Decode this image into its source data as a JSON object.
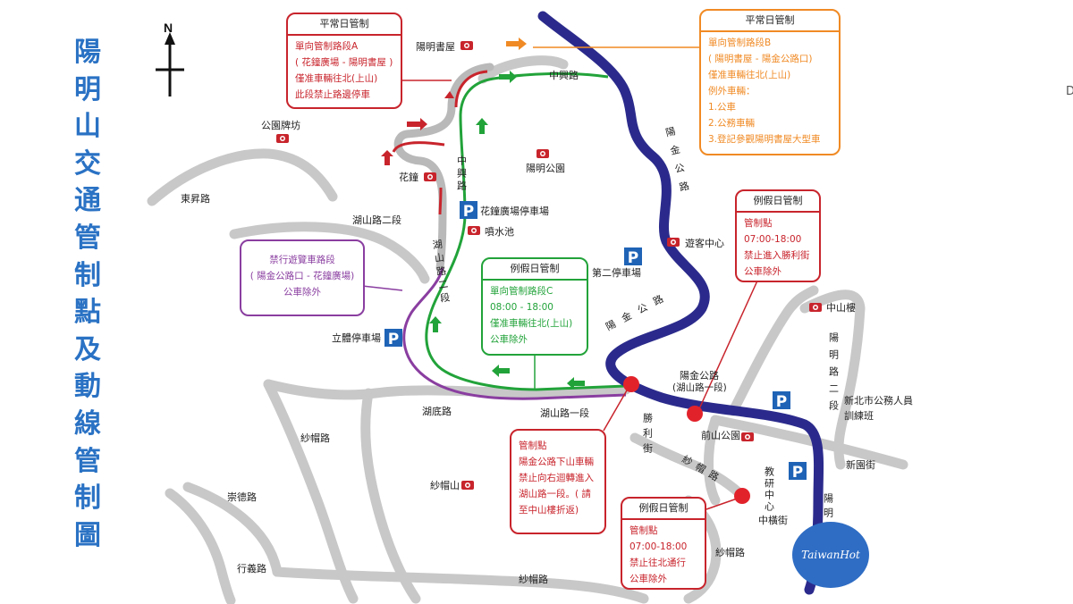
{
  "title_chars": [
    "陽",
    "明",
    "山",
    "交",
    "通",
    "管",
    "制",
    "點",
    "及",
    "動",
    "線",
    "管",
    "制",
    "圖"
  ],
  "compass": {
    "north": "N"
  },
  "colors": {
    "red": "#c8242c",
    "orange": "#f08a24",
    "green": "#22a33a",
    "purple": "#8a3ea0",
    "blue": "#2b2a8c",
    "road": "#c8c8c8",
    "title": "#2a72c4"
  },
  "places": {
    "yangming_bookstore": "陽明書屋",
    "zhongxing_road": "中興路",
    "park_gate": "公園牌坊",
    "dongsheng_road": "東昇路",
    "huazhong": "花鐘",
    "zhongxing_vertical": "中興路",
    "yangming_park": "陽明公園",
    "huazhong_parking": "花鐘廣場停車場",
    "hushan_road_2": "湖山路二段",
    "spray_pool": "噴水池",
    "hushan_vertical": "湖山路二段",
    "visitor_center": "遊客中心",
    "second_parking": "第二停車場",
    "yangjin_road_top": "陽金公路",
    "yangjin_road_mid": "陽金公路",
    "liti_parking": "立體停車場",
    "zhongshan_building": "中山樓",
    "yangming_road_2": "陽明路二段",
    "yangjin_hushan": "陽金公路",
    "yangjin_hushan_sub": "(湖山路一段)",
    "hudi_road": "湖底路",
    "hushan_road_1": "湖山路一段",
    "shashan_road_left": "紗帽路",
    "shengli_street": "勝利街",
    "qianshan_park": "前山公園",
    "training_class_1": "新北市公務人員",
    "training_class_2": "訓練班",
    "shamao_road_mid": "紗帽路",
    "shamao_mountain": "紗帽山",
    "jiaoyan_center": "教研中心",
    "xinyuan_street": "新園街",
    "chongde_road": "崇德路",
    "zhongheng_street": "中橫街",
    "yangming_road_bottom": "陽明路",
    "shamao_road_right": "紗帽路",
    "xingyi_road": "行義路",
    "shamao_road_bottom": "紗帽路"
  },
  "boxes": {
    "weekday_a": {
      "title": "平常日管制",
      "lines": [
        "單向管制路段A",
        "( 花鐘廣場 - 陽明書屋 )",
        "僅准車輛往北(上山)",
        "此段禁止路邊停車"
      ]
    },
    "weekday_b": {
      "title": "平常日管制",
      "lines": [
        "單向管制路段B",
        "( 陽明書屋 - 陽金公路口)",
        "僅准車輛往北(上山)",
        "例外車輛：",
        "1.公車",
        "2.公務車輛",
        "3.登記參觀陽明書屋大型車"
      ]
    },
    "holiday_top": {
      "title": "例假日管制",
      "lines": [
        "管制點",
        "07:00-18:00",
        "禁止進入勝利街",
        "公車除外"
      ]
    },
    "holiday_c": {
      "title": "例假日管制",
      "lines": [
        "單向管制路段C",
        "08:00 - 18:00",
        "僅准車輛往北(上山)",
        "公車除外"
      ]
    },
    "purple": {
      "lines": [
        "禁行遊覽車路段",
        "( 陽金公路口 - 花鐘廣場)",
        "公車除外"
      ]
    },
    "control_point": {
      "lines": [
        "管制點",
        "陽金公路下山車輛",
        "禁止向右迴轉進入",
        "湖山路一段。( 請",
        "至中山樓折返)"
      ]
    },
    "holiday_bottom": {
      "title": "例假日管制",
      "lines": [
        "管制點",
        "07:00-18:00",
        "禁止往北通行",
        "公車除外"
      ]
    }
  },
  "parking_symbol": "P",
  "logo": "TaiwanHot",
  "edge_mark": "D"
}
